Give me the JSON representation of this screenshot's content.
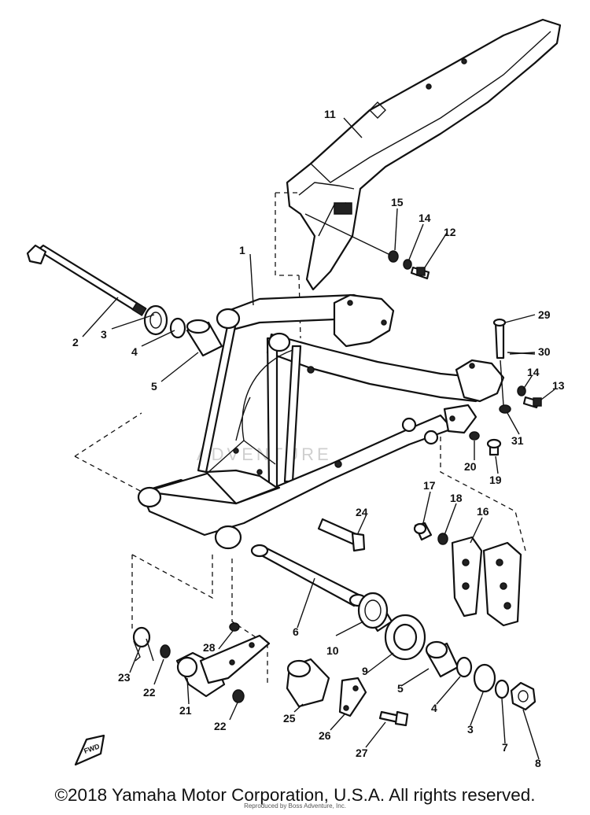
{
  "callouts": [
    {
      "id": "1",
      "label": "1"
    },
    {
      "id": "2",
      "label": "2"
    },
    {
      "id": "3",
      "label": "3"
    },
    {
      "id": "4",
      "label": "4"
    },
    {
      "id": "5",
      "label": "5"
    },
    {
      "id": "5b",
      "label": "5"
    },
    {
      "id": "4b",
      "label": "4"
    },
    {
      "id": "3b",
      "label": "3"
    },
    {
      "id": "6",
      "label": "6"
    },
    {
      "id": "7",
      "label": "7"
    },
    {
      "id": "8",
      "label": "8"
    },
    {
      "id": "9",
      "label": "9"
    },
    {
      "id": "10",
      "label": "10"
    },
    {
      "id": "11",
      "label": "11"
    },
    {
      "id": "12",
      "label": "12"
    },
    {
      "id": "13",
      "label": "13"
    },
    {
      "id": "14",
      "label": "14"
    },
    {
      "id": "14b",
      "label": "14"
    },
    {
      "id": "15",
      "label": "15"
    },
    {
      "id": "16",
      "label": "16"
    },
    {
      "id": "17",
      "label": "17"
    },
    {
      "id": "18",
      "label": "18"
    },
    {
      "id": "19",
      "label": "19"
    },
    {
      "id": "20",
      "label": "20"
    },
    {
      "id": "21",
      "label": "21"
    },
    {
      "id": "22",
      "label": "22"
    },
    {
      "id": "22b",
      "label": "22"
    },
    {
      "id": "23",
      "label": "23"
    },
    {
      "id": "24",
      "label": "24"
    },
    {
      "id": "25",
      "label": "25"
    },
    {
      "id": "26",
      "label": "26"
    },
    {
      "id": "27",
      "label": "27"
    },
    {
      "id": "28",
      "label": "28"
    },
    {
      "id": "29",
      "label": "29"
    },
    {
      "id": "30",
      "label": "30"
    },
    {
      "id": "31",
      "label": "31"
    }
  ],
  "fwd_label": "FWD",
  "watermark": "ADVENTURE",
  "copyright": "©2018 Yamaha Motor Corporation, U.S.A. All rights reserved.",
  "subnote": "Reproduced by Boss Adventure, Inc."
}
